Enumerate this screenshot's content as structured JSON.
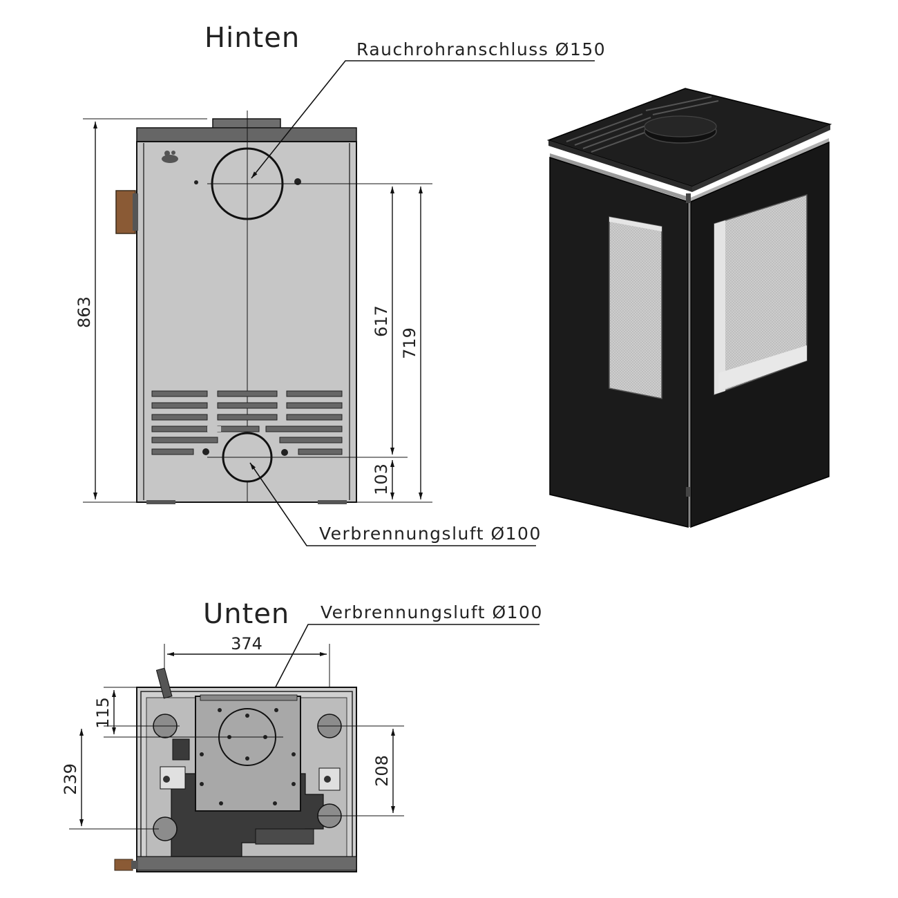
{
  "views": {
    "rear": {
      "title": "Hinten",
      "flue_label": "Rauchrohranschluss Ø150",
      "air_label": "Verbrennungsluft Ø100",
      "dims": {
        "height_total": "863",
        "flue_height": "719",
        "vent_height": "617",
        "air_height": "103"
      }
    },
    "bottom": {
      "title": "Unten",
      "air_label": "Verbrennungsluft Ø100",
      "dims": {
        "width": "374",
        "front_offset": "115",
        "foot_span_left": "239",
        "foot_span_right": "208"
      }
    }
  },
  "colors": {
    "body_panel": "#c6c6c6",
    "stove_black": "#1b1b1b",
    "glass": "#d9d9d9",
    "wood": "#8a5a35"
  }
}
